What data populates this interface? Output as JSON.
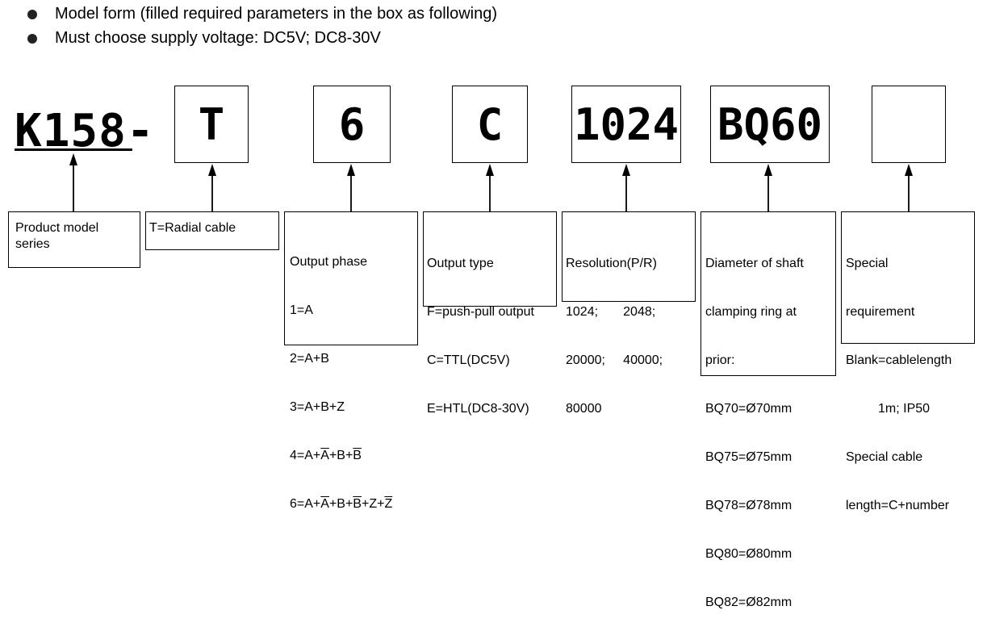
{
  "bullets": [
    "Model form (filled required parameters in the box as following)",
    "Must choose supply voltage: DC5V; DC8-30V"
  ],
  "model_prefix": "K158-",
  "params": [
    {
      "value": "T"
    },
    {
      "value": "6"
    },
    {
      "value": "C"
    },
    {
      "value": "1024"
    },
    {
      "value": "BQ60"
    },
    {
      "value": ""
    }
  ],
  "descriptions": {
    "series": [
      "Product model",
      "series"
    ],
    "cable": [
      "T=Radial cable"
    ],
    "phase": {
      "title": "Output phase",
      "l1": "1=A",
      "l2": "2=A+B",
      "l3": "3=A+B+Z",
      "l4": [
        "4=A+",
        "A",
        "+B+",
        "B"
      ],
      "l6": [
        "6=A+",
        "A",
        "+B+",
        "B",
        "+Z+",
        "Z"
      ]
    },
    "type": [
      "Output type",
      "F=push-pull output",
      "C=TTL(DC5V)",
      "E=HTL(DC8-30V)"
    ],
    "resolution": [
      "Resolution(P/R)",
      "1024;       2048;",
      "20000;     40000;",
      "80000"
    ],
    "shaft": [
      "Diameter of shaft",
      "clamping ring at",
      "prior:",
      "BQ70=Ø70mm",
      "BQ75=Ø75mm",
      "BQ78=Ø78mm",
      "BQ80=Ø80mm",
      "BQ82=Ø82mm"
    ],
    "special": [
      "Special",
      "requirement",
      "Blank=cablelength",
      "         1m; IP50",
      "Special cable",
      "length=C+number"
    ]
  }
}
